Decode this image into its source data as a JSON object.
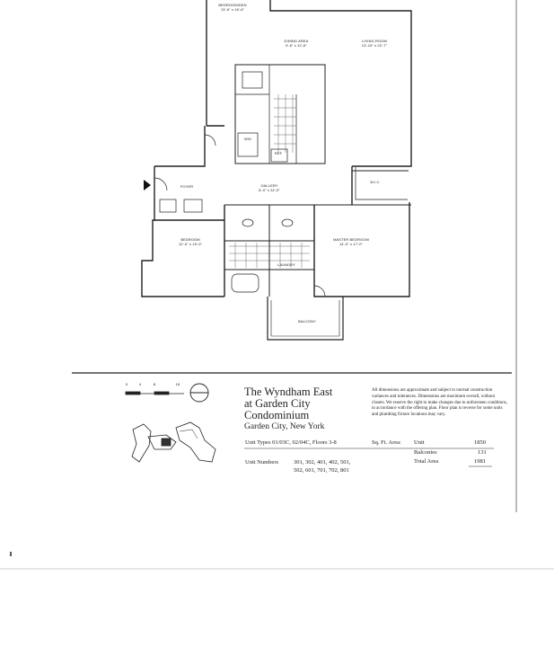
{
  "rooms": {
    "bedroom_den": "BEDROOM/DEN",
    "bedroom_den_dims": "13'-6\" x 16'-6\"",
    "dining": "DINING AREA",
    "dining_dims": "9'-6\" x 12'-6\"",
    "living": "LIVING ROOM",
    "living_dims": "13'-10\" x 22'-7\"",
    "wd": "W/D",
    "ref": "REF",
    "foyer": "FOYER",
    "gallery": "GALLERY",
    "gallery_dims": "6'-0\" x 24'-0\"",
    "walkin": "W.I.C.",
    "bedroom": "BEDROOM",
    "bedroom_dims": "12'-0\" x 15'-0\"",
    "master": "MASTER BEDROOM",
    "master_dims": "14'-0\" x 17'-0\"",
    "laundry": "LAUNDRY",
    "balcony": "BALCONY"
  },
  "title": {
    "line1": "The Wyndham East",
    "line2": "at Garden City",
    "line3": "Condominium",
    "line4": "Garden City, New York"
  },
  "disclaimer": "All dimensions are approximate and subject to normal construction variances and tolerances. Dimensions are maximum overall, without closets. We reserve the right to make changes due to unforeseen conditions, in accordance with the offering plan. Floor plan is reverse for some units and plumbing fixture locations may vary.",
  "specs": {
    "unit_types": "Unit Types 01/03C, 02/04C, Floors 3-8",
    "sq_ft_label": "Sq. Ft. Area:",
    "unit_label": "Unit",
    "unit_value": "1850",
    "balconies_label": "Balconies",
    "balconies_value": "131",
    "total_label": "Total Area",
    "total_value": "1981",
    "unit_numbers_label": "Unit Numbers",
    "unit_numbers_1": "301, 302, 401, 402, 501,",
    "unit_numbers_2": "502, 601, 701, 702, 801"
  },
  "scale": {
    "mark_0": "0",
    "mark_1": "4",
    "mark_2": "8",
    "mark_3": "16"
  }
}
